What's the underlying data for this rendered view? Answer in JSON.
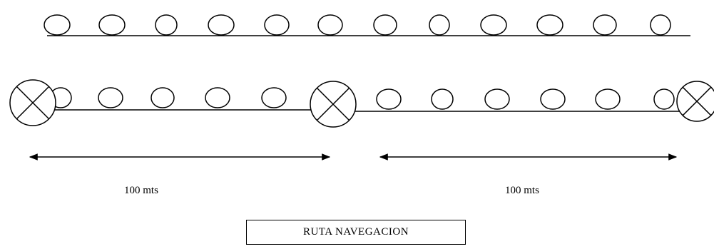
{
  "diagram": {
    "measure_left": "100 mts",
    "measure_right": "100 mts",
    "route_label": "RUTA NAVEGACION"
  },
  "colors": {
    "stroke": "#000000",
    "background": "#ffffff"
  }
}
